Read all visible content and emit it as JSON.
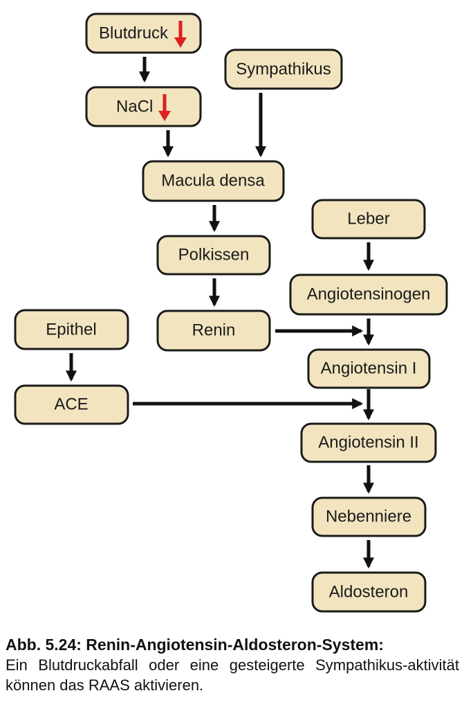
{
  "nodes": {
    "blutdruck": "Blutdruck",
    "nacl": "NaCl",
    "sympathikus": "Sympathikus",
    "macula_densa": "Macula densa",
    "polkissen": "Polkissen",
    "renin": "Renin",
    "leber": "Leber",
    "angiotensinogen": "Angiotensinogen",
    "angiotensin_1": "Angiotensin I",
    "epithel": "Epithel",
    "ace": "ACE",
    "angiotensin_2": "Angiotensin II",
    "nebenniere": "Nebenniere",
    "aldosteron": "Aldosteron"
  },
  "colors": {
    "box_fill": "#f1e4bf",
    "box_stroke": "#1a1a1a",
    "arrow": "#111111",
    "decrease_indicator": "#e02020"
  },
  "caption": {
    "title": "Abb. 5.24: Renin-Angiotensin-Aldosteron-System:",
    "body": "Ein Blutdruckabfall oder eine gesteigerte Sympathikus-aktivität können das RAAS aktivieren."
  }
}
